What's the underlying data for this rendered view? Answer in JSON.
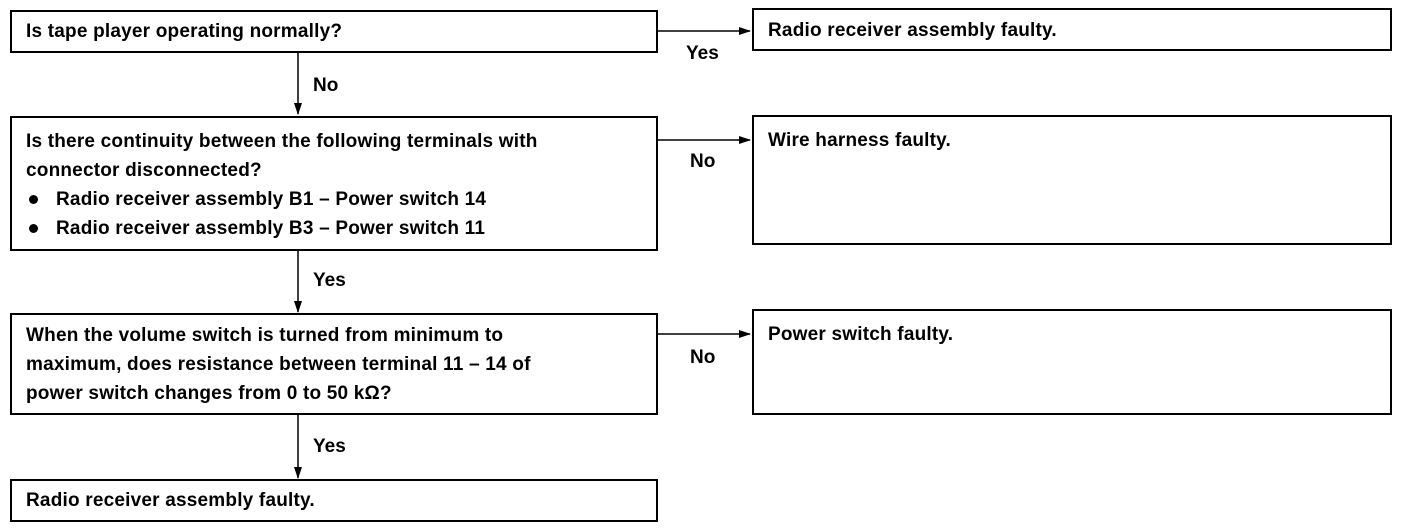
{
  "questions": {
    "q1": "Is tape player operating normally?",
    "q2": {
      "lines": [
        "Is there continuity between the following terminals with",
        "connector disconnected?"
      ],
      "bullets": [
        "Radio receiver assembly B1 – Power switch 14",
        "Radio receiver assembly B3 – Power switch 11"
      ]
    },
    "q3": {
      "lines": [
        "When the volume switch is turned from minimum to",
        "maximum, does resistance between terminal 11 – 14 of",
        "power switch changes from 0 to 50 kΩ?"
      ]
    }
  },
  "results": {
    "r1": "Radio receiver assembly faulty.",
    "r2": "Wire harness faulty.",
    "r3": "Power switch faulty.",
    "r4": "Radio receiver assembly faulty."
  },
  "labels": {
    "q1_yes": "Yes",
    "q1_no": "No",
    "q2_no": "No",
    "q2_yes": "Yes",
    "q3_no": "No",
    "q3_yes": "Yes"
  }
}
